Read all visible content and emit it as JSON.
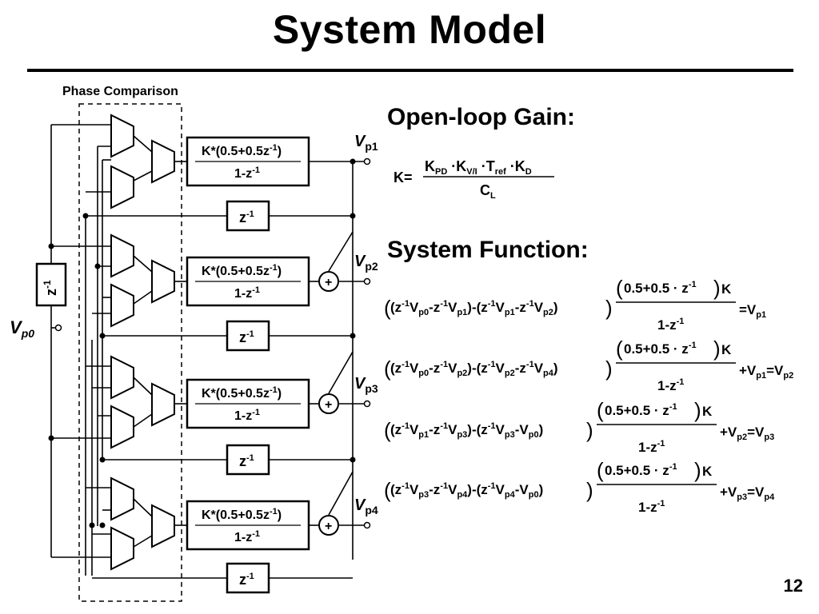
{
  "slide": {
    "title": "System Model",
    "page_number": "12"
  },
  "diagram": {
    "group_label": "Phase Comparison",
    "filter_numerator": "K*(0.5+0.5z",
    "filter_num_exp": "-1",
    "filter_num_close": ")",
    "filter_denominator": "1-z",
    "filter_den_exp": "-1",
    "delay_label": "z",
    "delay_exp": "-1",
    "sub_plus": "+",
    "sub_minus": "−",
    "adder_symbol": "+",
    "input_label": "V",
    "input_sub": "p0",
    "outputs": [
      {
        "label": "V",
        "sub": "p1"
      },
      {
        "label": "V",
        "sub": "p2"
      },
      {
        "label": "V",
        "sub": "p3"
      },
      {
        "label": "V",
        "sub": "p4"
      }
    ]
  },
  "equations": {
    "open_loop_heading": "Open-loop Gain:",
    "system_function_heading": "System Function:"
  }
}
